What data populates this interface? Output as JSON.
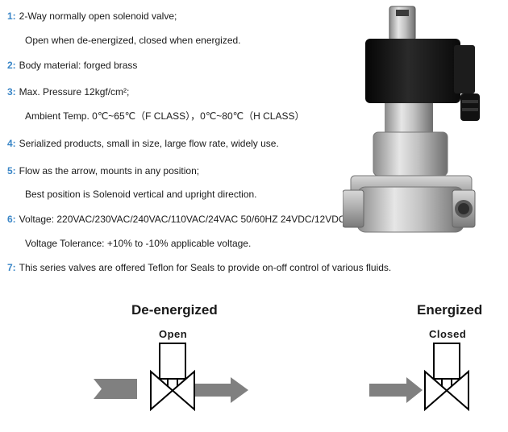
{
  "specs": [
    {
      "num": "1:",
      "text": "2-Way normally open solenoid valve;"
    },
    {
      "num": "2:",
      "text": "Body material: forged brass"
    },
    {
      "num": "3:",
      "text": "Max. Pressure 12kgf/cm²;"
    },
    {
      "num": "4:",
      "text": "Serialized products, small in size, large flow rate, widely use."
    },
    {
      "num": "5:",
      "text": "Flow as the arrow, mounts in any position;"
    },
    {
      "num": "6:",
      "text": "Voltage: 220VAC/230VAC/240VAC/110VAC/24VAC 50/60HZ 24VDC/12VDC;"
    },
    {
      "num": "7:",
      "text": "This series valves are offered Teflon for Seals to provide on-off control of various fluids."
    }
  ],
  "sub_lines": {
    "s1": "Open when de-energized, closed when energized.",
    "s3": "Ambient Temp.  0℃~65℃（F CLASS），0℃~80℃（H CLASS）",
    "s5": "Best position is Solenoid vertical and upright direction.",
    "s6": "Voltage Tolerance: +10% to -10% applicable voltage."
  },
  "diagram": {
    "left_heading": "De-energized",
    "left_state": "Open",
    "right_heading": "Energized",
    "right_state": "Closed"
  },
  "colors": {
    "number_accent": "#3a86c7",
    "arrow_gray": "#808080",
    "line": "#000000"
  }
}
